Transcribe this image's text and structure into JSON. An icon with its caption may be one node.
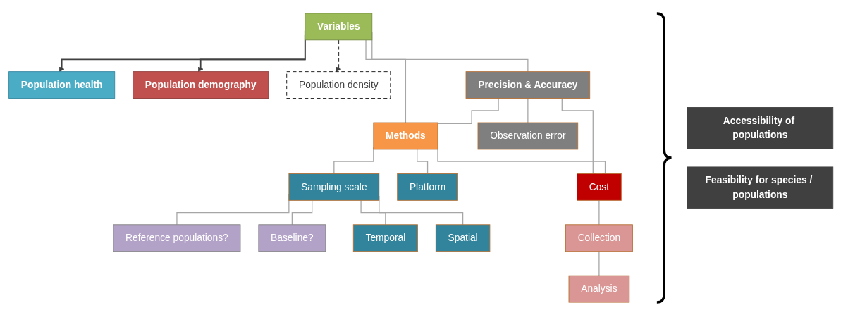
{
  "diagram": {
    "nodes": [
      {
        "text": [
          "Population health"
        ]
      },
      {
        "text": [
          "Population demography"
        ]
      },
      {
        "text": [
          "Population density"
        ]
      },
      {
        "text": [
          "Variables"
        ]
      },
      {
        "text": [
          "Precision & Accuracy"
        ]
      },
      {
        "text": [
          "Observation error"
        ]
      },
      {
        "text": [
          "Methods"
        ]
      },
      {
        "text": [
          "Cost"
        ]
      },
      {
        "text": [
          "Sampling scale"
        ]
      },
      {
        "text": [
          "Platform"
        ]
      },
      {
        "text": [
          "Reference populations?"
        ]
      },
      {
        "text": [
          "Baseline?"
        ]
      },
      {
        "text": [
          "Temporal"
        ]
      },
      {
        "text": [
          "Spatial"
        ]
      },
      {
        "text": [
          "Collection"
        ]
      },
      {
        "text": [
          "Analysis"
        ]
      },
      {
        "text": [
          "Accessibility of populations"
        ]
      },
      {
        "text": [
          "Feasibility for species / populations"
        ]
      }
    ],
    "edges": [
      {
        "from": 3,
        "to": 0,
        "arrow": "to",
        "color": "#404040"
      },
      {
        "from": 3,
        "to": 1,
        "arrow": "to",
        "color": "#404040"
      },
      {
        "from": 3,
        "to": 2,
        "arrow": "to",
        "style": "dashed",
        "color": "#404040"
      },
      {
        "from": 3,
        "to": 4,
        "arrow": "none"
      },
      {
        "from": 3,
        "to": 6,
        "arrow": "none"
      },
      {
        "from": 4,
        "to": 5,
        "arrow": "none"
      },
      {
        "from": 4,
        "to": 6,
        "arrow": "none"
      },
      {
        "from": 4,
        "to": 7,
        "arrow": "none"
      },
      {
        "from": 6,
        "to": 7,
        "arrow": "none"
      },
      {
        "from": 6,
        "to": 8,
        "arrow": "none"
      },
      {
        "from": 6,
        "to": 9,
        "arrow": "none"
      },
      {
        "from": 8,
        "to": 10,
        "arrow": "none"
      },
      {
        "from": 8,
        "to": 11,
        "arrow": "none"
      },
      {
        "from": 8,
        "to": 12,
        "arrow": "none"
      },
      {
        "from": 8,
        "to": 13,
        "arrow": "none"
      },
      {
        "from": 7,
        "to": 14,
        "arrow": "none"
      },
      {
        "from": 14,
        "to": 15,
        "arrow": "none"
      }
    ]
  }
}
